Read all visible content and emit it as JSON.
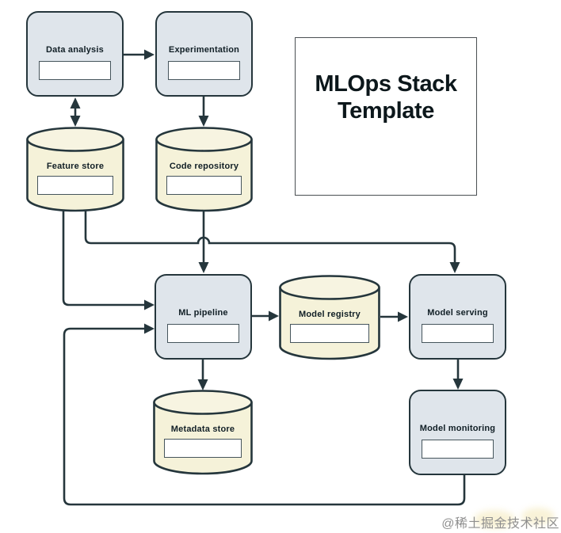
{
  "diagram": {
    "title": {
      "line1": "MLOps Stack",
      "line2": "Template"
    },
    "nodes": {
      "data_analysis": {
        "label": "Data analysis",
        "kind": "process"
      },
      "experimentation": {
        "label": "Experimentation",
        "kind": "process"
      },
      "feature_store": {
        "label": "Feature store",
        "kind": "datastore"
      },
      "code_repository": {
        "label": "Code repository",
        "kind": "datastore"
      },
      "ml_pipeline": {
        "label": "ML pipeline",
        "kind": "process"
      },
      "model_registry": {
        "label": "Model registry",
        "kind": "datastore"
      },
      "model_serving": {
        "label": "Model serving",
        "kind": "process"
      },
      "metadata_store": {
        "label": "Metadata store",
        "kind": "datastore"
      },
      "model_monitoring": {
        "label": "Model monitoring",
        "kind": "process"
      }
    },
    "edges": [
      {
        "from": "data_analysis",
        "to": "experimentation",
        "direction": "one-way"
      },
      {
        "from": "data_analysis",
        "to": "feature_store",
        "direction": "two-way"
      },
      {
        "from": "experimentation",
        "to": "code_repository",
        "direction": "one-way"
      },
      {
        "from": "feature_store",
        "to": "ml_pipeline",
        "direction": "one-way"
      },
      {
        "from": "feature_store",
        "to": "model_serving",
        "direction": "one-way"
      },
      {
        "from": "code_repository",
        "to": "ml_pipeline",
        "direction": "one-way"
      },
      {
        "from": "ml_pipeline",
        "to": "model_registry",
        "direction": "one-way"
      },
      {
        "from": "model_registry",
        "to": "model_serving",
        "direction": "one-way"
      },
      {
        "from": "ml_pipeline",
        "to": "metadata_store",
        "direction": "one-way"
      },
      {
        "from": "model_serving",
        "to": "model_monitoring",
        "direction": "one-way"
      },
      {
        "from": "model_monitoring",
        "to": "ml_pipeline",
        "direction": "one-way"
      }
    ],
    "colors": {
      "process_fill": "#dfe5eb",
      "datastore_fill": "#f5f2d9",
      "datastore_top_fill": "#f7f4e1",
      "stroke": "#25363c",
      "slot_fill": "#ffffff"
    }
  },
  "watermark": {
    "text": "@稀土掘金技术社区"
  }
}
